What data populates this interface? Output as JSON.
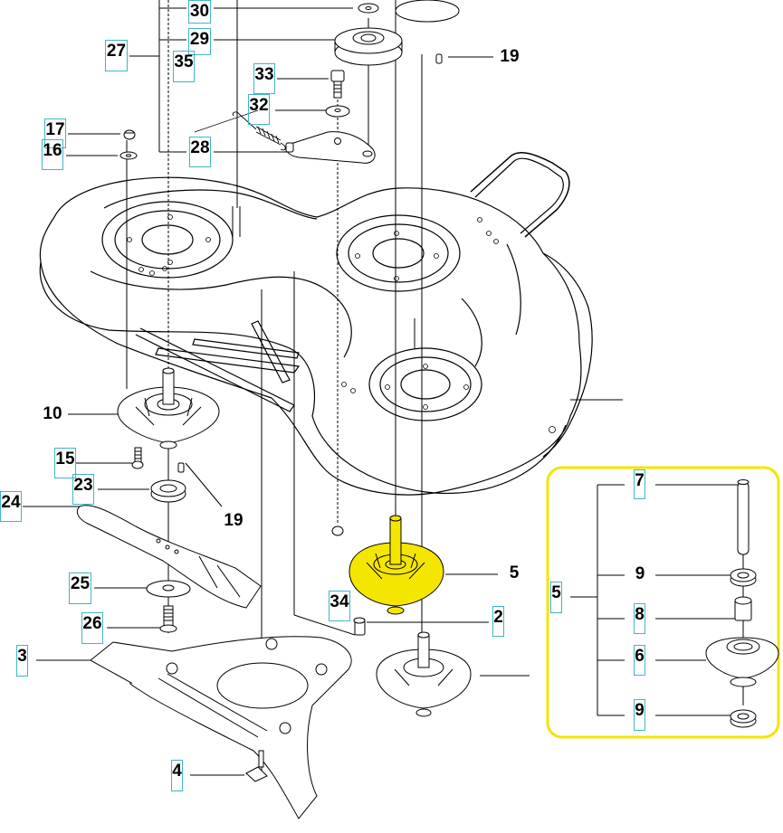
{
  "diagram": {
    "title": "Mower deck exploded parts diagram",
    "colors": {
      "label_border": "#3fb6c4",
      "highlight": "#f5e600",
      "highlight_box": "#f2e500",
      "line": "#000000"
    },
    "callouts": [
      {
        "id": "30",
        "text": "30",
        "boxed": true
      },
      {
        "id": "29",
        "text": "29",
        "boxed": true
      },
      {
        "id": "27",
        "text": "27",
        "boxed": true
      },
      {
        "id": "35",
        "text": "35",
        "boxed": true
      },
      {
        "id": "33",
        "text": "33",
        "boxed": true
      },
      {
        "id": "32",
        "text": "32",
        "boxed": true
      },
      {
        "id": "19a",
        "text": "19",
        "boxed": false
      },
      {
        "id": "17",
        "text": "17",
        "boxed": true
      },
      {
        "id": "16",
        "text": "16",
        "boxed": true
      },
      {
        "id": "28",
        "text": "28",
        "boxed": true
      },
      {
        "id": "10",
        "text": "10",
        "boxed": false
      },
      {
        "id": "15",
        "text": "15",
        "boxed": true
      },
      {
        "id": "23",
        "text": "23",
        "boxed": true
      },
      {
        "id": "24",
        "text": "24",
        "boxed": true
      },
      {
        "id": "19b",
        "text": "19",
        "boxed": false
      },
      {
        "id": "25",
        "text": "25",
        "boxed": true
      },
      {
        "id": "26",
        "text": "26",
        "boxed": true
      },
      {
        "id": "3",
        "text": "3",
        "boxed": true
      },
      {
        "id": "4",
        "text": "4",
        "boxed": true
      },
      {
        "id": "34",
        "text": "34",
        "boxed": true
      },
      {
        "id": "5a",
        "text": "5",
        "boxed": false
      },
      {
        "id": "2",
        "text": "2",
        "boxed": true
      }
    ],
    "inset": {
      "highlighted_part": "5",
      "group_label": "5",
      "parts": [
        {
          "id": "7",
          "text": "7",
          "boxed": true
        },
        {
          "id": "9a",
          "text": "9",
          "boxed": false
        },
        {
          "id": "8",
          "text": "8",
          "boxed": true
        },
        {
          "id": "6",
          "text": "6",
          "boxed": true
        },
        {
          "id": "9b",
          "text": "9",
          "boxed": false
        }
      ]
    }
  }
}
